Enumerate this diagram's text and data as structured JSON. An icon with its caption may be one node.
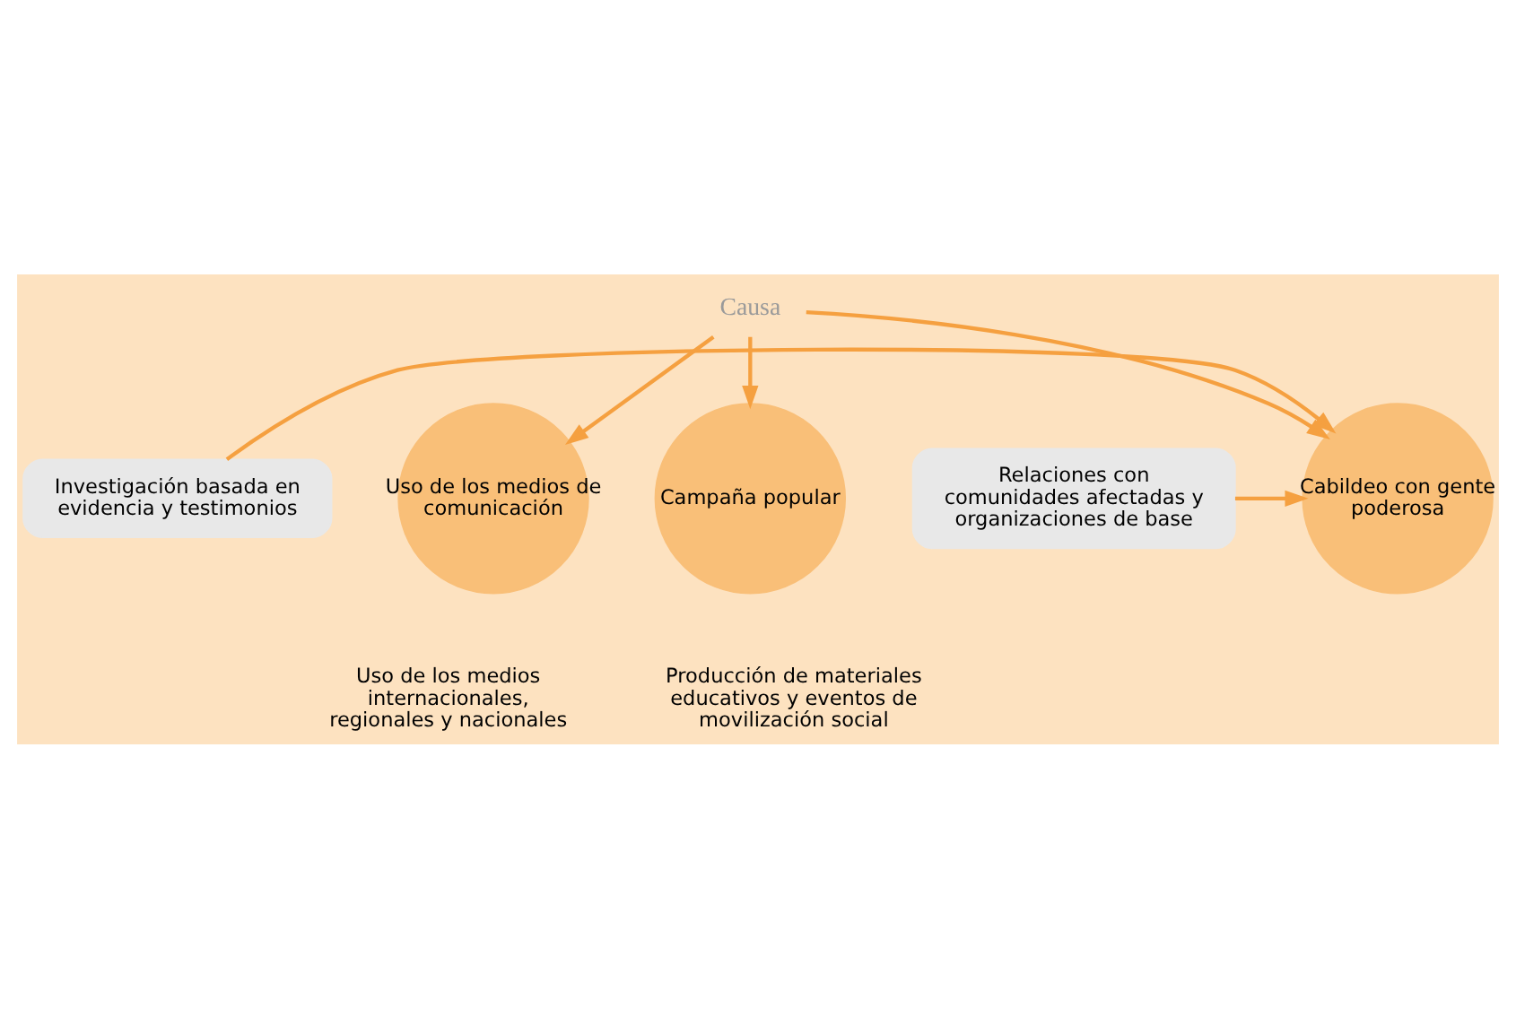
{
  "diagram": {
    "nodes": [
      {
        "text": [
          "Investigación basada en evidencia y testimonios"
        ]
      },
      {
        "text": [
          "Cabildeo con gente poderosa"
        ]
      },
      {
        "text": [
          "Relaciones con comunidades afectadas y organizaciones de base"
        ]
      },
      {
        "text": [
          "Causa"
        ]
      },
      {
        "text": [
          "Uso de los medios de comunicación"
        ],
        "beside": [
          "Uso de los medios internacionales, regionales y nacionales"
        ]
      },
      {
        "text": [
          "Campaña popular"
        ],
        "beside": [
          "Producción de materiales educativos y eventos de movilización social"
        ]
      }
    ],
    "edges": [
      {
        "from": 0,
        "to": 1,
        "arrow": "to"
      },
      {
        "from": 2,
        "to": 1,
        "arrow": "to"
      },
      {
        "from": 3,
        "to": 1,
        "arrow": "to"
      },
      {
        "from": 3,
        "to": 4,
        "arrow": "to"
      },
      {
        "from": 3,
        "to": 5,
        "arrow": "to"
      }
    ]
  }
}
